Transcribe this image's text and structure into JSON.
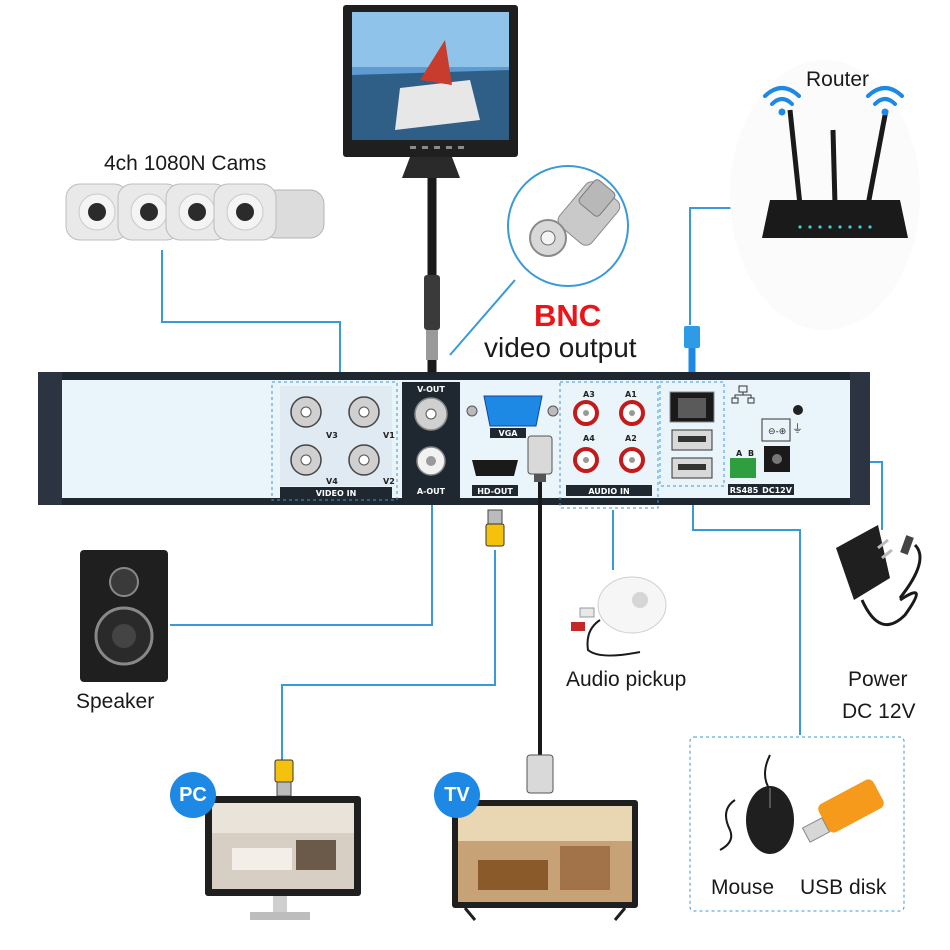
{
  "labels": {
    "cams": "4ch 1080N Cams",
    "router": "Router",
    "bnc_title": "BNC",
    "bnc_sub": "video output",
    "speaker": "Speaker",
    "audio_pickup": "Audio pickup",
    "power_line1": "Power",
    "power_line2": "DC 12V",
    "mouse": "Mouse",
    "usb": "USB disk",
    "pc": "PC",
    "tv": "TV"
  },
  "panel": {
    "video_in": "VIDEO IN",
    "v1": "V1",
    "v2": "V2",
    "v3": "V3",
    "v4": "V4",
    "v_out": "V-OUT",
    "a_out": "A-OUT",
    "vga": "VGA",
    "hd_out": "HD-OUT",
    "audio_in": "AUDIO IN",
    "a1": "A1",
    "a2": "A2",
    "a3": "A3",
    "a4": "A4",
    "rs485": "RS485",
    "rs485_a": "A",
    "rs485_b": "B",
    "dc12v": "DC12V"
  },
  "colors": {
    "connector_line": "#3a9ad9",
    "dashed_box": "#3a9ad9",
    "bnc_red": "#e8161b",
    "badge_blue": "#1e88e5",
    "dvr_body": "#eaf4fb"
  }
}
